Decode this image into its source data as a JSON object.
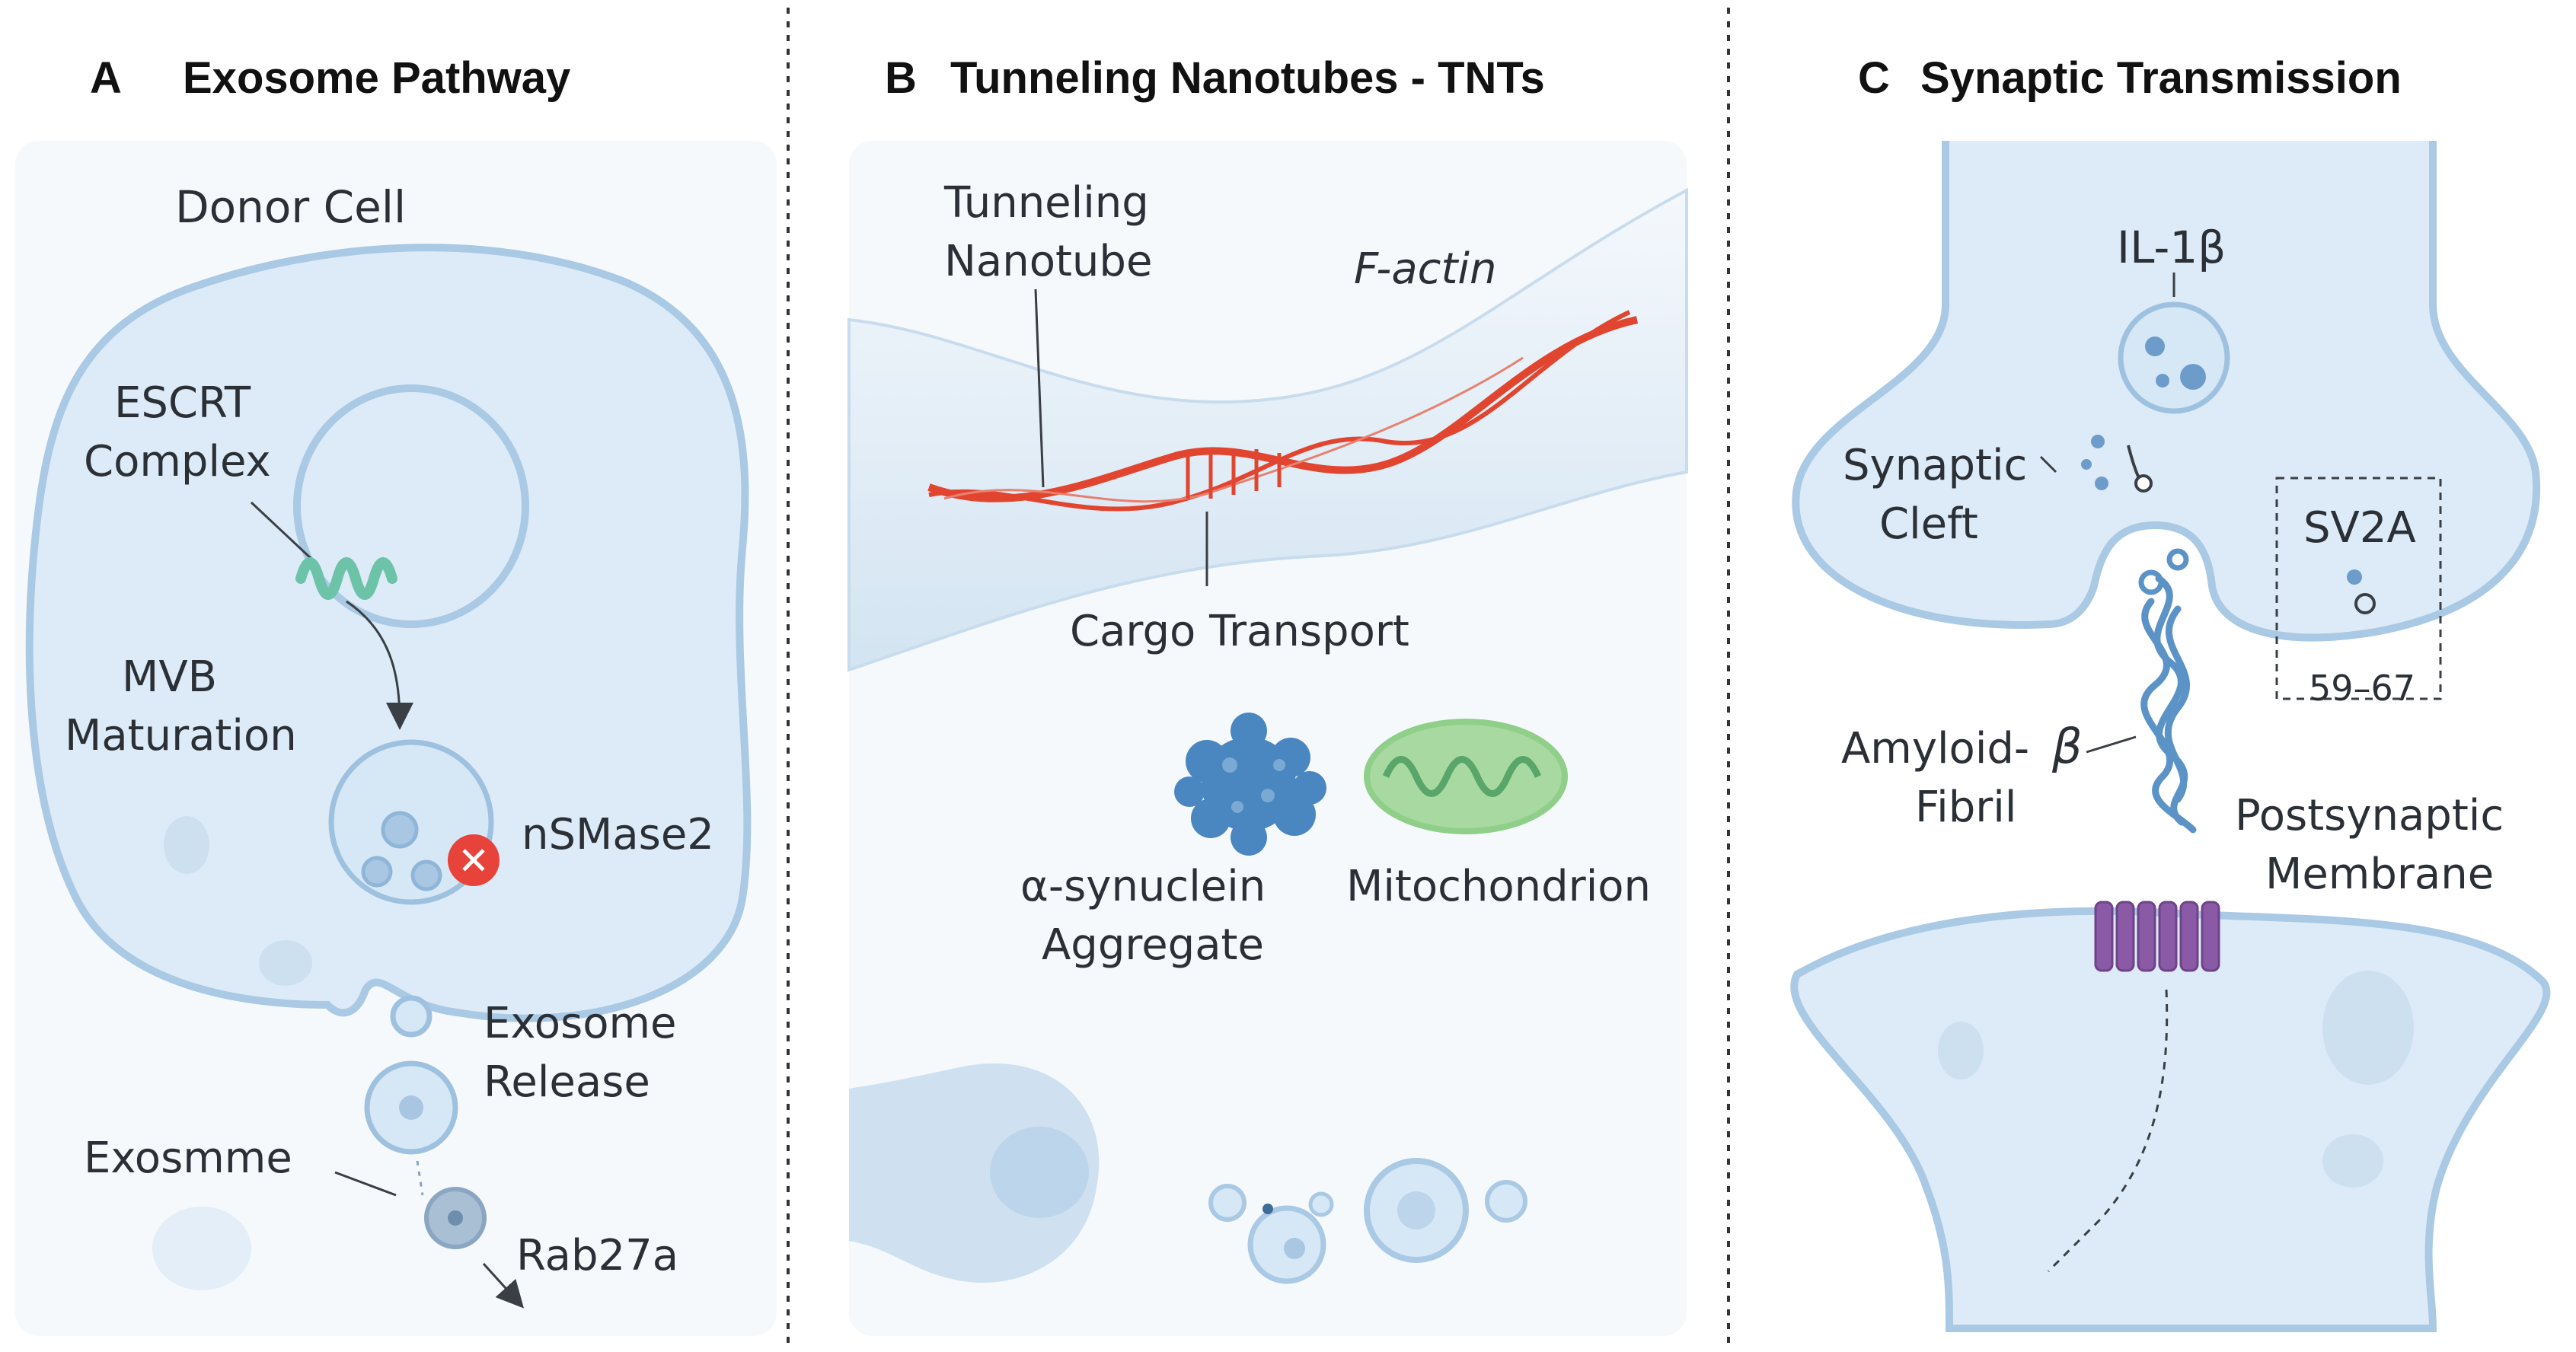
{
  "panels": {
    "a": {
      "letter": "A",
      "title": "Exosome Pathway",
      "labels": {
        "donor_cell": "Donor Cell",
        "escrt_1": "ESCRT",
        "escrt_2": "Complex",
        "mvb_1": "MVB",
        "mvb_2": "Maturation",
        "nsmase2": "nSMase2",
        "exosome_release_1": "Exosome",
        "exosome_release_2": "Release",
        "exosmme": "Exosmme",
        "rab27a": "Rab27a"
      },
      "inhibitor_mark": "✕"
    },
    "b": {
      "letter": "B",
      "title": "Tunneling Nanotubes - TNTs",
      "labels": {
        "tnt_1": "Tunneling",
        "tnt_2": "Nanotube",
        "factin": "F-actin",
        "cargo": "Cargo Transport",
        "asyn_1": "α-synuclein",
        "asyn_2": "Aggregate",
        "mito": "Mitochondrion"
      }
    },
    "c": {
      "letter": "C",
      "title": "Synaptic Transmission",
      "labels": {
        "il1b": "IL-1β",
        "cleft_1": "Synaptic",
        "cleft_2": "Cleft",
        "sv2a": "SV2A",
        "range": "59–67",
        "amyloid_1": "Amyloid-",
        "amyloid_beta": "β",
        "amyloid_2": "Fibril",
        "post_1": "Postsynaptic",
        "post_2": "Membrane"
      }
    }
  },
  "colors": {
    "cell_fill": "#dcebf7",
    "cell_stroke": "#a9c9e4",
    "escrt_green": "#6cc3a8",
    "inhibitor_red": "#e8433a",
    "actin_red": "#e2452f",
    "aggregate_blue": "#4a86bf",
    "mitochondrion_green": "#8fcf8a",
    "fibril_blue": "#5b93c7",
    "receptor_purple": "#8a5aa6"
  }
}
